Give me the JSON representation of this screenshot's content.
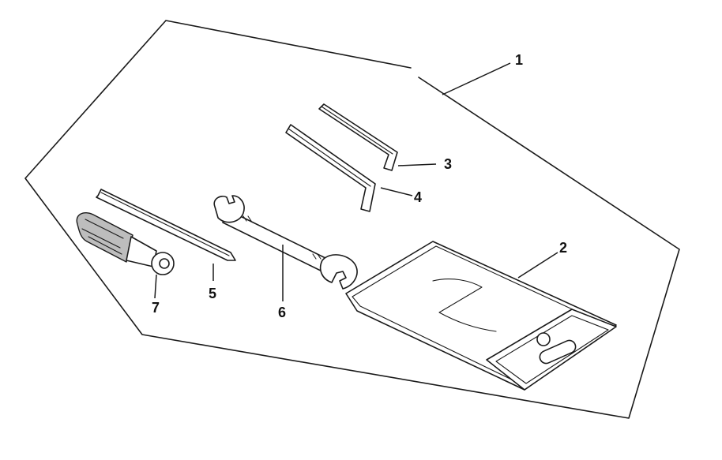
{
  "callouts": [
    {
      "id": "1",
      "label": "1"
    },
    {
      "id": "2",
      "label": "2"
    },
    {
      "id": "3",
      "label": "3"
    },
    {
      "id": "4",
      "label": "4"
    },
    {
      "id": "5",
      "label": "5"
    },
    {
      "id": "6",
      "label": "6"
    },
    {
      "id": "7",
      "label": "7"
    }
  ],
  "pouch_mark": "Z",
  "colors": {
    "line": "#1a1a1a",
    "background": "#ffffff",
    "grip": "#bdbdbd"
  }
}
